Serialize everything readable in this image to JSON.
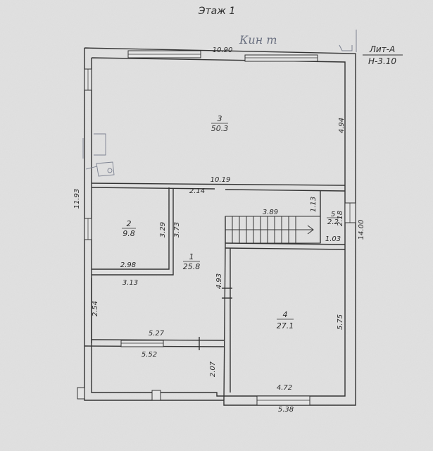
{
  "sheet": {
    "floor_title": "Этаж 1",
    "handwritten_note": "Кин т",
    "litera": "Лит-А",
    "height": "Н-3.10"
  },
  "rooms": [
    {
      "number": "3",
      "area": "50.3"
    },
    {
      "number": "2",
      "area": "9.8"
    },
    {
      "number": "1",
      "area": "25.8"
    },
    {
      "number": "4",
      "area": "27.1"
    },
    {
      "number": "5",
      "area": "2.2"
    }
  ],
  "dimensions": {
    "top_width": "10.90",
    "left_height": "11.93",
    "right_upper": "4.94",
    "inner_width_upper": "10.19",
    "hall_top": "2.14",
    "stair_width": "3.89",
    "closet_height": "1.13",
    "closet_side": "2.18",
    "right_total": "14.00",
    "closet_bottom": "1.03",
    "room2_depth": "3.29",
    "room2_outer": "3.73",
    "room2_width": "2.98",
    "hall_width": "3.13",
    "hall_wall": "4.93",
    "left_lower": "2.54",
    "room4_height": "5.75",
    "terrace_inner": "5.27",
    "terrace_outer": "5.52",
    "terrace_depth": "2.07",
    "room4_width": "4.72",
    "bottom_width": "5.38"
  }
}
